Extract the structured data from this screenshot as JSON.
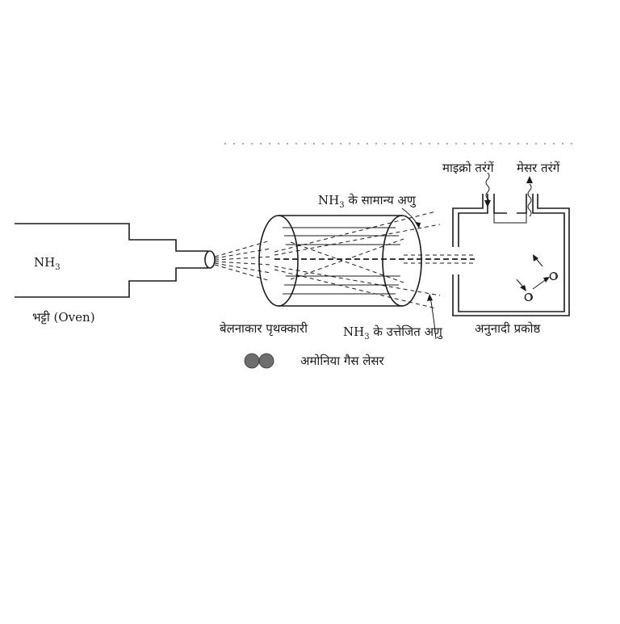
{
  "labels": {
    "nh3_oven_gas": "NH3",
    "oven": "भट्टी (Oven)",
    "normal_molecules": "NH3 के सामान्य अणु",
    "excited_molecules": "NH3 के उत्तेजित अणु",
    "separator": "बेलनाकार पृथक्कारी",
    "resonant_chamber": "अनुनादी प्रकोष्ठ",
    "microwaves": "माइक्रो तरंगें",
    "maser_waves": "मेसर तरंगें",
    "caption": "अमोनिया गैस लेसर",
    "molecule_o1": "O",
    "molecule_o2": "O"
  },
  "colors": {
    "ink": "#1a1a1a",
    "legend_dot": "#6e6e6e"
  }
}
